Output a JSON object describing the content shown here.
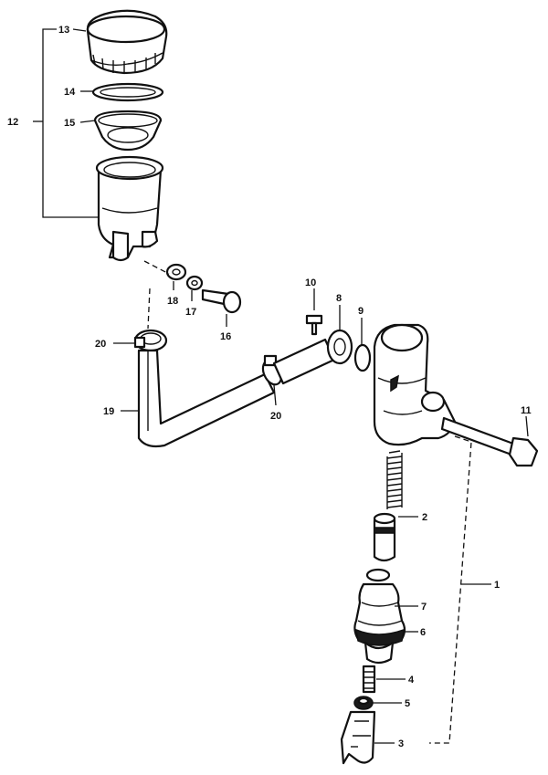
{
  "diagram": {
    "callouts": [
      {
        "id": "n1",
        "text": "1"
      },
      {
        "id": "n2",
        "text": "2"
      },
      {
        "id": "n3",
        "text": "3"
      },
      {
        "id": "n4",
        "text": "4"
      },
      {
        "id": "n5",
        "text": "5"
      },
      {
        "id": "n6",
        "text": "6"
      },
      {
        "id": "n7",
        "text": "7"
      },
      {
        "id": "n8",
        "text": "8"
      },
      {
        "id": "n9",
        "text": "9"
      },
      {
        "id": "n10",
        "text": "10"
      },
      {
        "id": "n11",
        "text": "11"
      },
      {
        "id": "n12",
        "text": "12"
      },
      {
        "id": "n13",
        "text": "13"
      },
      {
        "id": "n14",
        "text": "14"
      },
      {
        "id": "n15",
        "text": "15"
      },
      {
        "id": "n16",
        "text": "16"
      },
      {
        "id": "n17",
        "text": "17"
      },
      {
        "id": "n18",
        "text": "18"
      },
      {
        "id": "n19",
        "text": "19"
      },
      {
        "id": "n20a",
        "text": "20"
      },
      {
        "id": "n20b",
        "text": "20"
      }
    ]
  }
}
